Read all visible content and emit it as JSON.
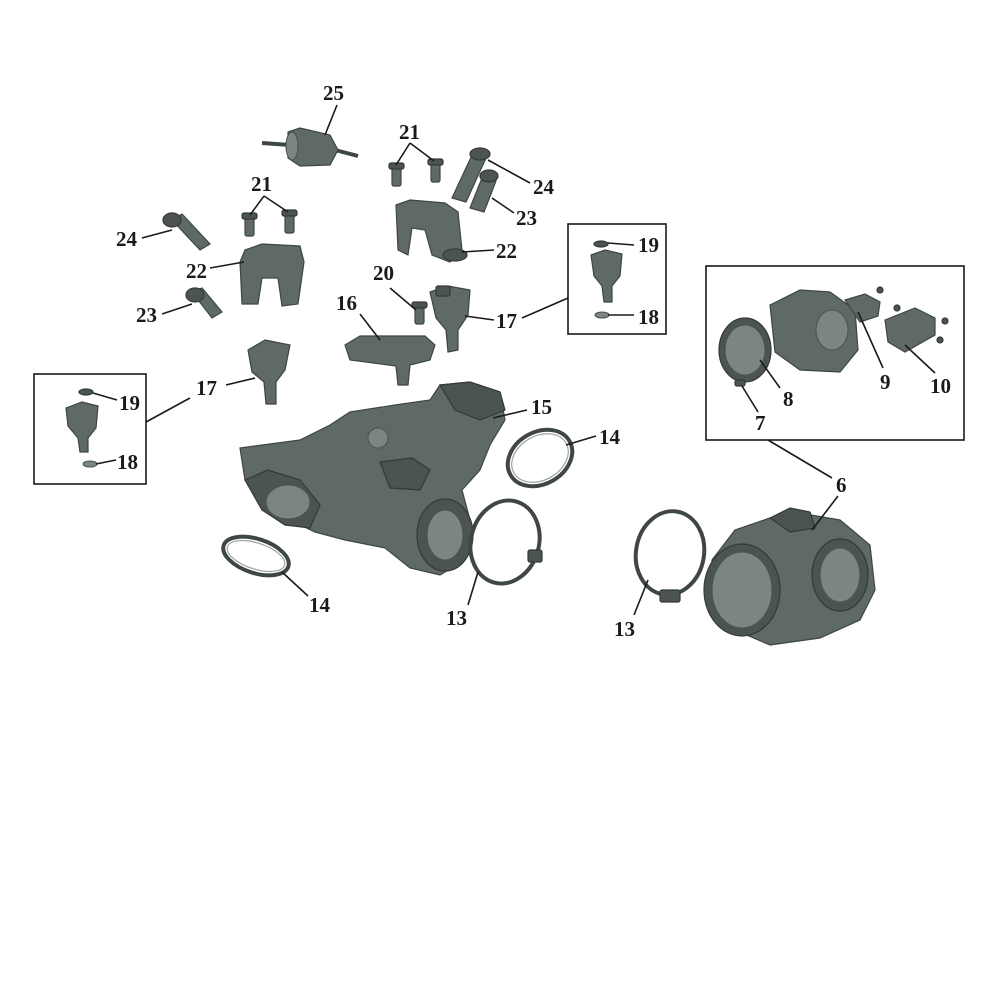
{
  "callouts": {
    "c25": "25",
    "c21a": "21",
    "c21b": "21",
    "c24a": "24",
    "c24b": "24",
    "c23a": "23",
    "c23b": "23",
    "c22a": "22",
    "c22b": "22",
    "c20": "20",
    "c16": "16",
    "c17a": "17",
    "c17b": "17",
    "c19a": "19",
    "c19b": "19",
    "c18a": "18",
    "c18b": "18",
    "c15": "15",
    "c14a": "14",
    "c14b": "14",
    "c13a": "13",
    "c13b": "13",
    "c6": "6",
    "c7": "7",
    "c8": "8",
    "c9": "9",
    "c10": "10"
  },
  "colors": {
    "part_fill": "#5f6a64",
    "part_stroke": "#3e4641",
    "label": "#1a1a1a",
    "background": "#ffffff"
  }
}
